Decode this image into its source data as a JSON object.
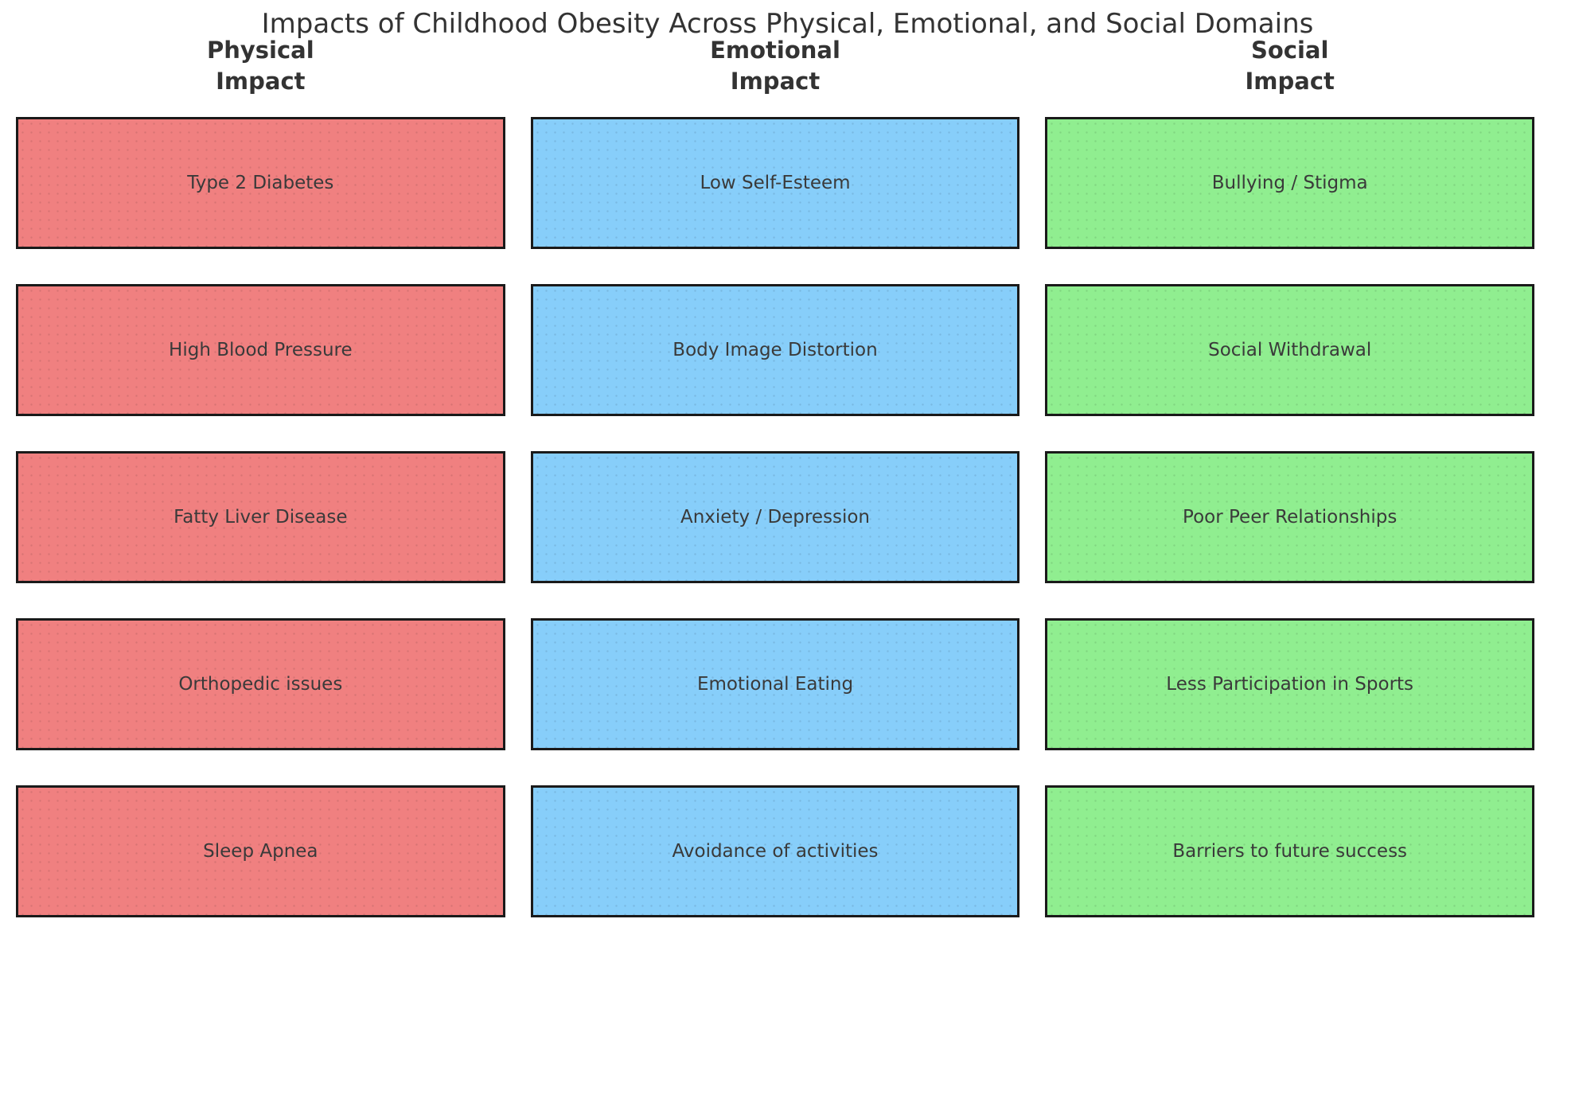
{
  "title": "Impacts of Childhood Obesity Across Physical, Emotional, and Social Domains",
  "columns": [
    {
      "id": "physical",
      "header": "Physical\nImpact",
      "color": "#f08080",
      "items": [
        "Type 2 Diabetes",
        "High Blood Pressure",
        "Fatty Liver Disease",
        "Orthopedic issues",
        "Sleep Apnea"
      ]
    },
    {
      "id": "emotional",
      "header": "Emotional\nImpact",
      "color": "#87cefa",
      "items": [
        "Low Self-Esteem",
        "Body Image Distortion",
        "Anxiety / Depression",
        "Emotional Eating",
        "Avoidance of activities"
      ]
    },
    {
      "id": "social",
      "header": "Social\nImpact",
      "color": "#90ee90",
      "items": [
        "Bullying / Stigma",
        "Social Withdrawal",
        "Poor Peer Relationships",
        "Less Participation in Sports",
        "Barriers to future success"
      ]
    }
  ],
  "styles": {
    "box_border_color": "#1a1a1a",
    "text_color": "#3a3a3a",
    "title_color": "#333333",
    "background": "#ffffff"
  }
}
